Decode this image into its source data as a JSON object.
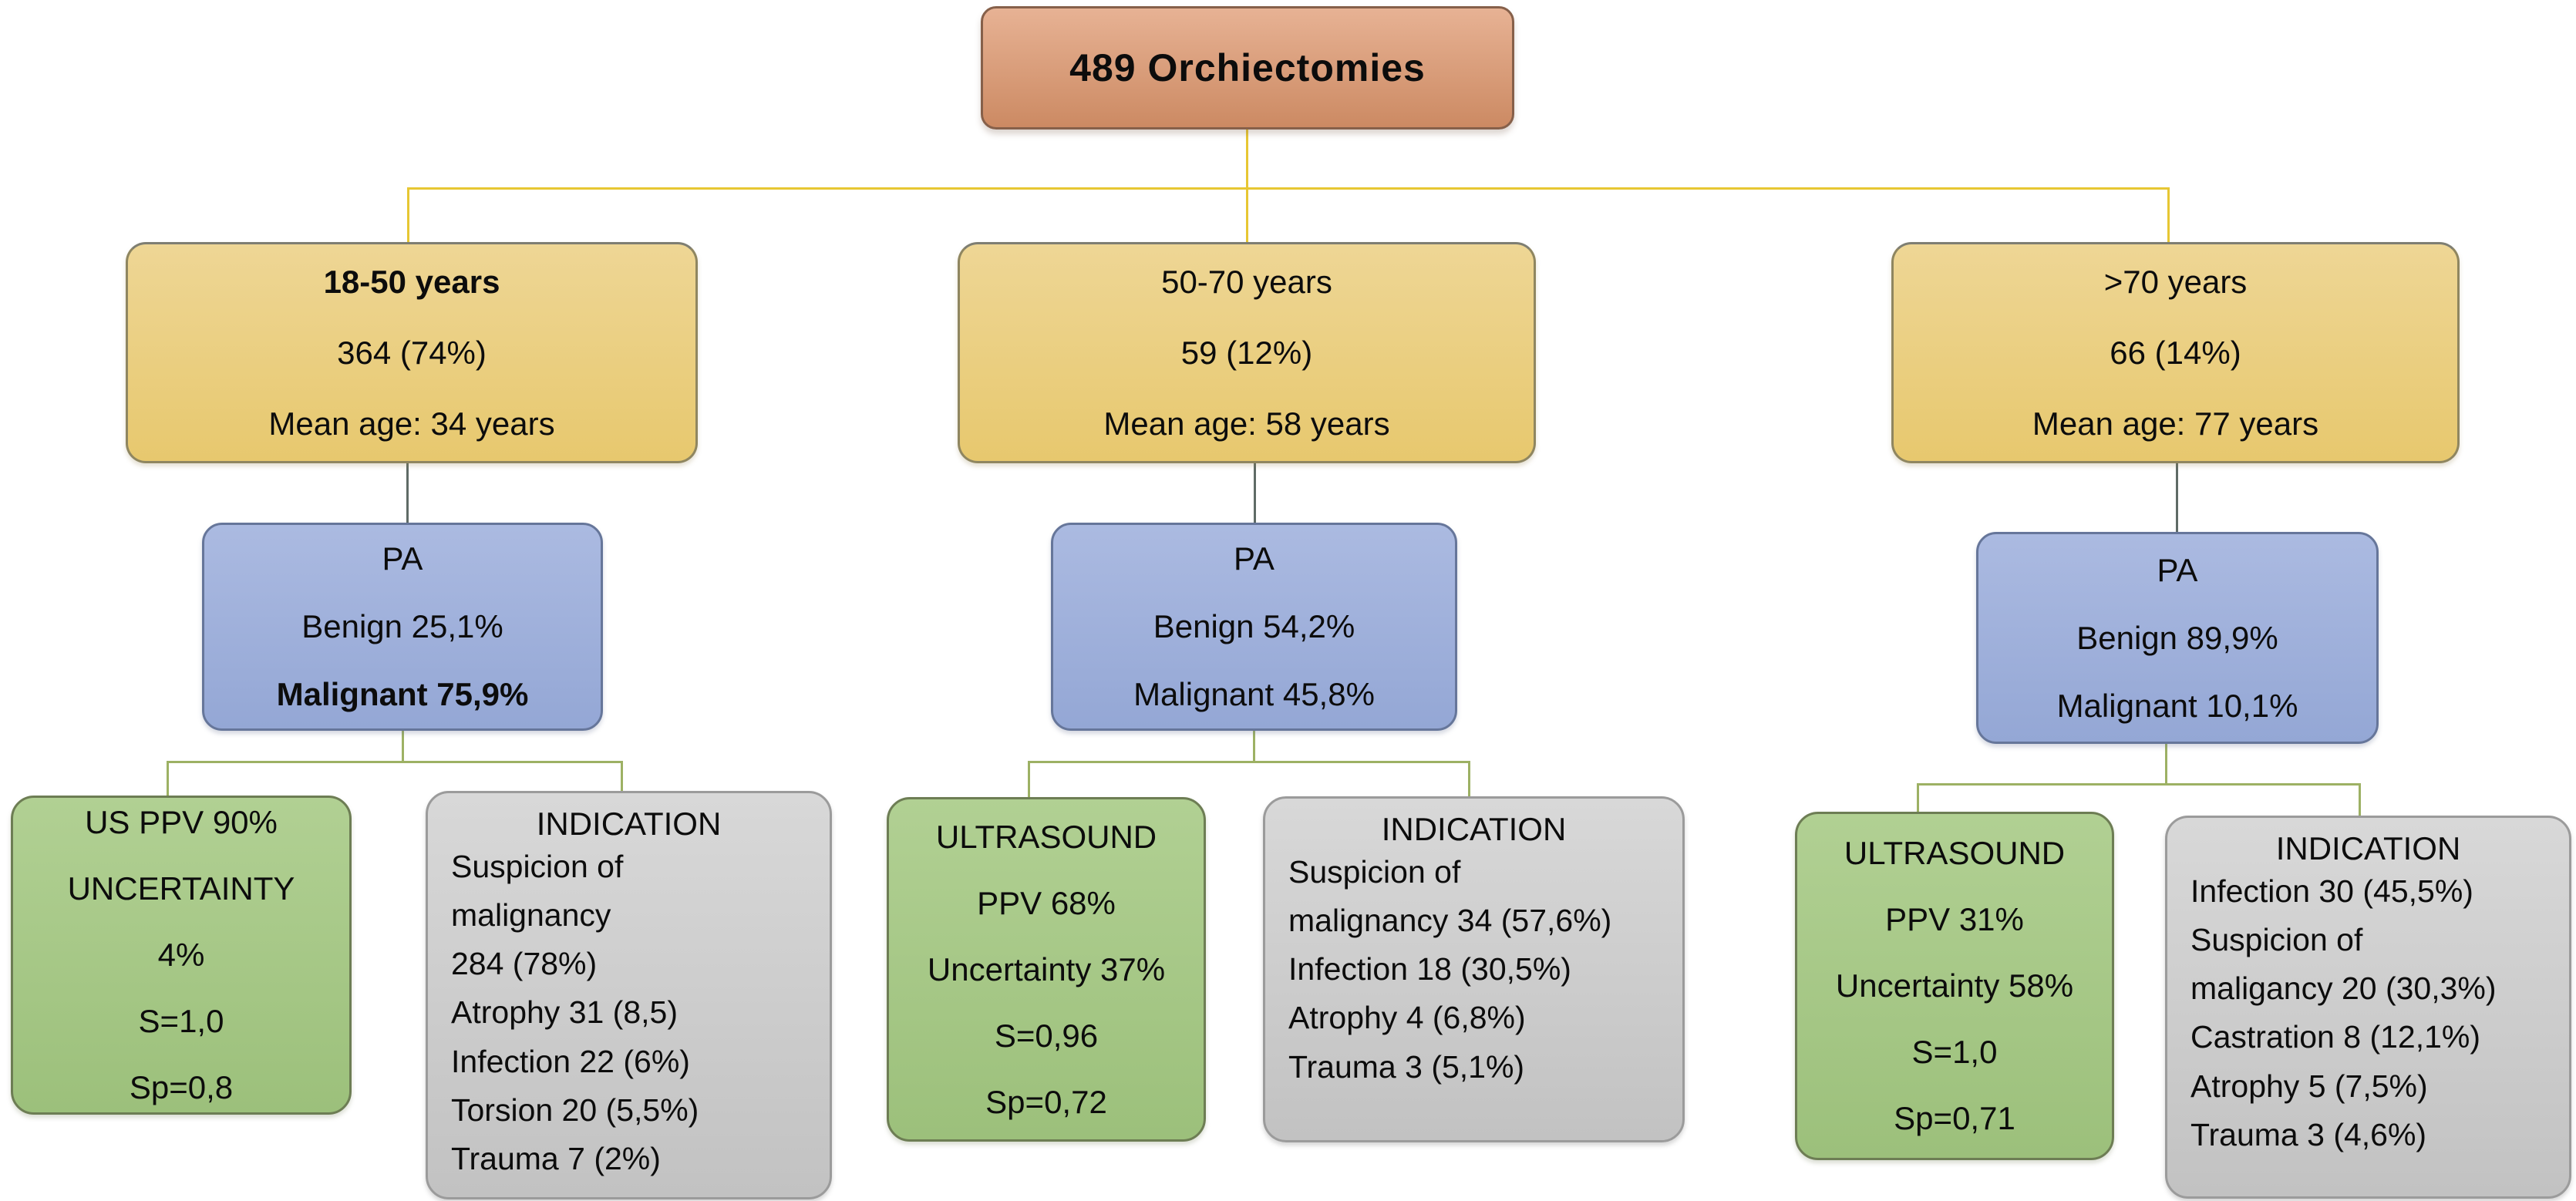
{
  "diagram": {
    "root": {
      "label": "489 Orchiectomies"
    },
    "groups": [
      {
        "age": {
          "range": "18-50 years",
          "count": "364 (74%)",
          "mean": "Mean age: 34 years"
        },
        "pa": {
          "title": "PA",
          "benign": "Benign 25,1%",
          "malignant": "Malignant 75,9%"
        },
        "ultrasound": {
          "lines": [
            "US PPV 90%",
            "UNCERTAINTY",
            "4%",
            "S=1,0",
            "Sp=0,8"
          ]
        },
        "indication": {
          "title": "INDICATION",
          "items": [
            "Suspicion of",
            "malignancy",
            "284 (78%)",
            "Atrophy 31 (8,5)",
            "Infection 22 (6%)",
            "Torsion 20 (5,5%)",
            "Trauma 7 (2%)"
          ]
        }
      },
      {
        "age": {
          "range": "50-70 years",
          "count": "59 (12%)",
          "mean": "Mean age: 58 years"
        },
        "pa": {
          "title": "PA",
          "benign": "Benign 54,2%",
          "malignant": "Malignant 45,8%"
        },
        "ultrasound": {
          "lines": [
            "ULTRASOUND",
            "PPV 68%",
            "Uncertainty 37%",
            "S=0,96",
            "Sp=0,72"
          ]
        },
        "indication": {
          "title": "INDICATION",
          "items": [
            "Suspicion of",
            "malignancy 34 (57,6%)",
            "Infection 18 (30,5%)",
            "Atrophy 4 (6,8%)",
            "Trauma 3 (5,1%)"
          ]
        }
      },
      {
        "age": {
          "range": ">70 years",
          "count": "66 (14%)",
          "mean": "Mean age: 77 years"
        },
        "pa": {
          "title": "PA",
          "benign": "Benign 89,9%",
          "malignant": "Malignant 10,1%"
        },
        "ultrasound": {
          "lines": [
            "ULTRASOUND",
            "PPV 31%",
            "Uncertainty 58%",
            "S=1,0",
            "Sp=0,71"
          ]
        },
        "indication": {
          "title": "INDICATION",
          "items": [
            "Infection 30 (45,5%)",
            "Suspicion of",
            "maligancy 20 (30,3%)",
            "Castration 8 (12,1%)",
            "Atrophy 5 (7,5%)",
            "Trauma 3 (4,6%)"
          ]
        }
      }
    ],
    "colors": {
      "root_fill": "#d89a76",
      "age_fill": "#e9cd7d",
      "pa_fill": "#a3b2dc",
      "ultrasound_fill": "#a9c98d",
      "indication_fill": "#c9c9c9",
      "connector_top": "#e7c733",
      "connector_age_to_pa": "#5f6b66",
      "connector_split": "#9db164"
    }
  }
}
